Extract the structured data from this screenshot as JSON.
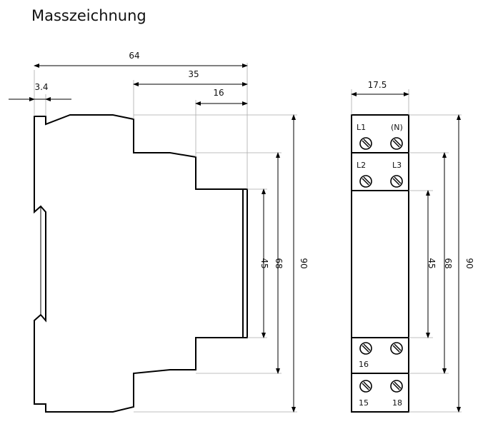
{
  "title": "Masszeichnung",
  "side_view": {
    "dimensions": {
      "overall_depth": "64",
      "front_depth": "35",
      "cover_depth": "16",
      "rail_offset": "3.4",
      "front_height": "45",
      "middle_height": "68",
      "overall_height": "90"
    }
  },
  "front_view": {
    "dimensions": {
      "width": "17.5",
      "front_height": "45",
      "middle_height": "68",
      "overall_height": "90"
    },
    "terminals": {
      "top_row_1_left": "L1",
      "top_row_1_right": "(N)",
      "top_row_2_left": "L2",
      "top_row_2_right": "L3",
      "bottom_row_1_left": "16",
      "bottom_row_2_left": "15",
      "bottom_row_2_right": "18"
    }
  },
  "colors": {
    "line": "#000000",
    "extension_line": "#aaaaaa"
  }
}
